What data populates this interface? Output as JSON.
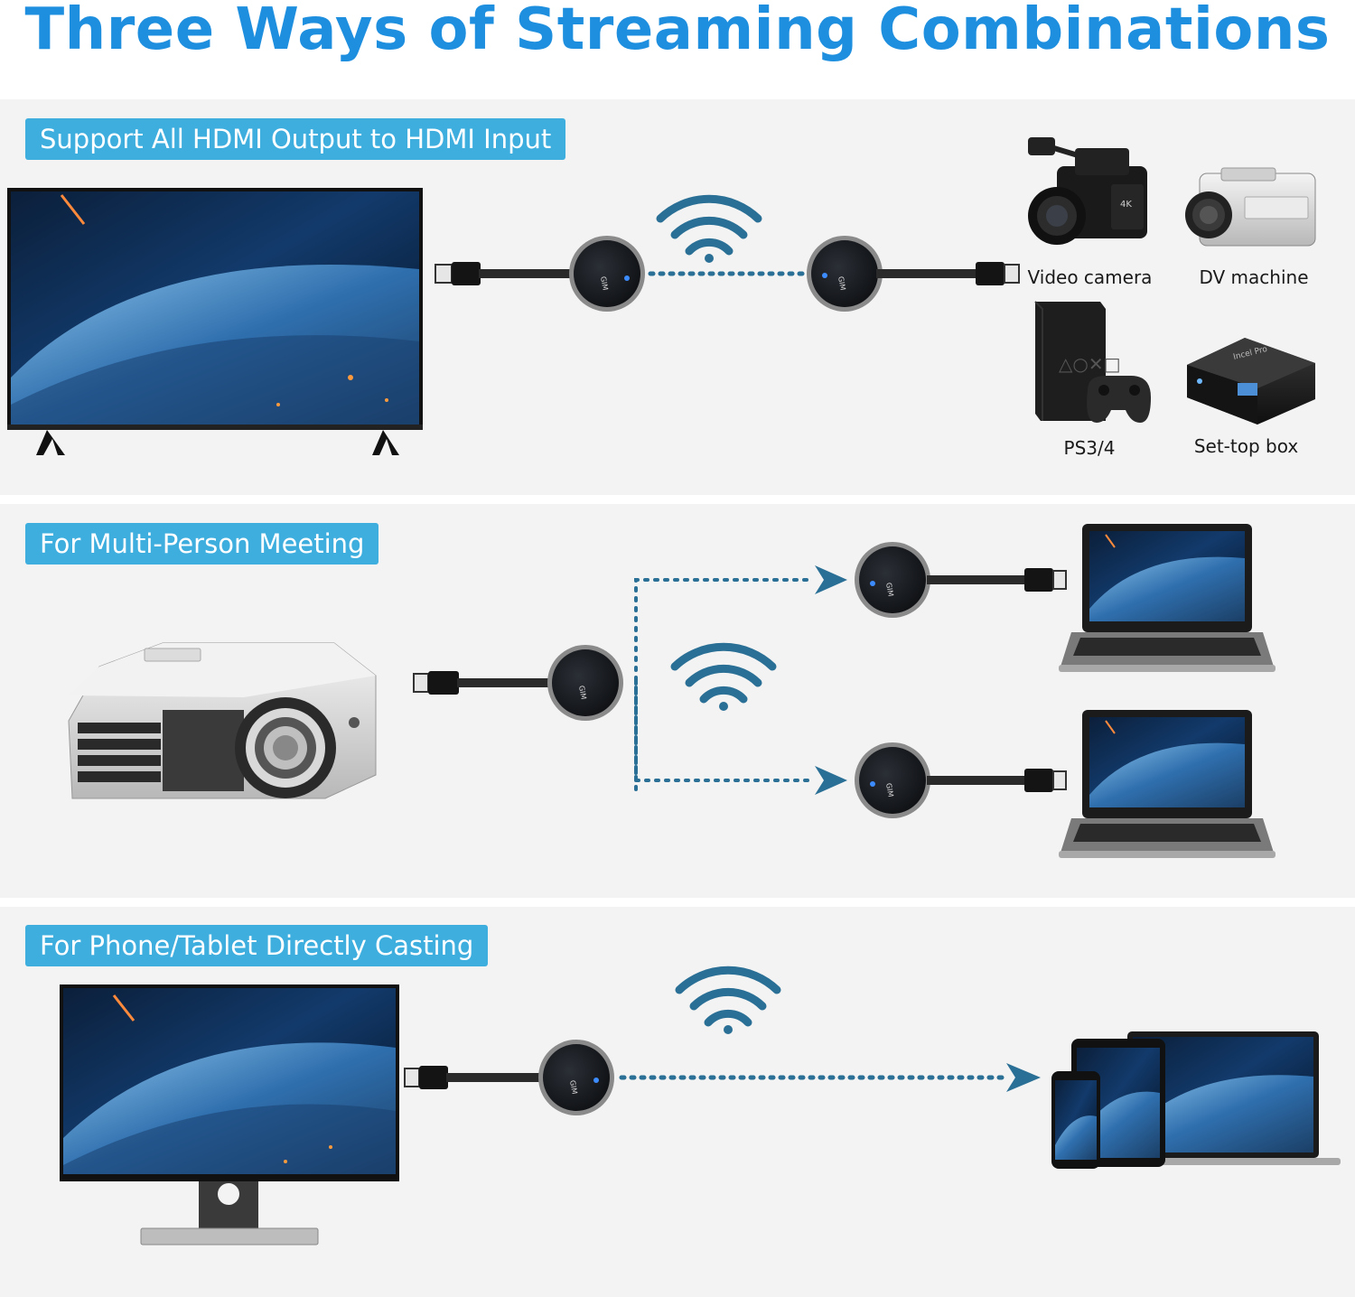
{
  "title": "Three Ways of Streaming Combinations",
  "sections": [
    {
      "tag": "Support All HDMI Output to HDMI Input",
      "sources": [
        {
          "label": "Video camera",
          "icon": "video-camera-icon"
        },
        {
          "label": "DV machine",
          "icon": "dv-camcorder-icon"
        },
        {
          "label": "PS3/4",
          "icon": "game-console-icon"
        },
        {
          "label": "Set-top box",
          "icon": "set-top-box-icon"
        }
      ]
    },
    {
      "tag": "For Multi-Person Meeting"
    },
    {
      "tag": "For Phone/Tablet Directly Casting"
    }
  ],
  "colors": {
    "title": "#1e8fdf",
    "tag_bg": "#3eaedf",
    "panel_bg": "#f3f3f3",
    "wifi": "#2a6f95",
    "dotted_line": "#2a6f95"
  }
}
